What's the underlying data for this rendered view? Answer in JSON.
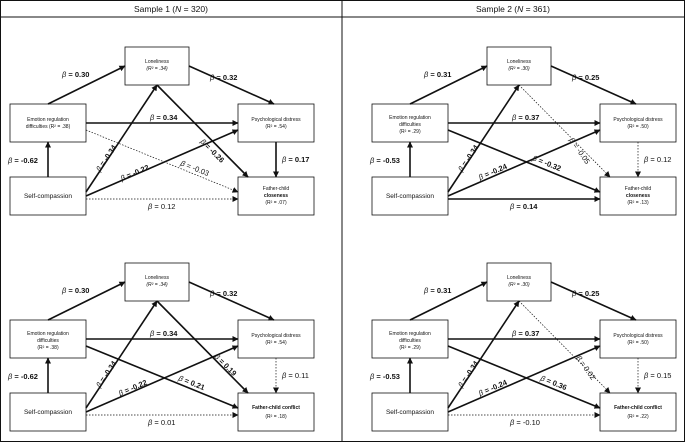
{
  "headers": {
    "s1_prefix": "Sample 1 (",
    "s1_n": "N",
    "s1_suffix": " = 320)",
    "s2_prefix": "Sample 2 (",
    "s2_n": "N",
    "s2_suffix": " = 361)"
  },
  "beta": "β",
  "panels": [
    {
      "box": {
        "lon_title": "Loneliness",
        "lon_r2": "(R² = .34)",
        "erd_l1": "Emotion regulation",
        "erd_l2": "difficulties (R² = .38)",
        "erd_l3": "",
        "pd_title": "Psychological distress",
        "pd_r2": "(R² = .54)",
        "sc": "Self-compassion",
        "out_l1": "Father-child",
        "out_l2": "closeness",
        "out_r2": "(R² = .07)"
      },
      "lab": {
        "erd_lon": " = 0.30",
        "lon_pd": " = 0.32",
        "erd_pd": " = 0.34",
        "sc_erd": " = -0.62",
        "sc_lon": " = -0.34",
        "sc_pd": " = -0.22",
        "lon_out": " = -0.26",
        "erd_out": " = -0.03",
        "pd_out": " = 0.17",
        "sc_out": " = 0.12"
      }
    },
    {
      "box": {
        "lon_title": "Loneliness",
        "lon_r2": "(R² = .30)",
        "erd_l1": "Emotion regulation",
        "erd_l2": "difficulties",
        "erd_l3": "(R² = .29)",
        "pd_title": "Psychological distress",
        "pd_r2": "(R² = .50)",
        "sc": "Self-compassion",
        "out_l1": "Father-child",
        "out_l2": "closeness",
        "out_r2": "(R² = .13)"
      },
      "lab": {
        "erd_lon": " = 0.31",
        "lon_pd": " = 0.25",
        "erd_pd": " = 0.37",
        "sc_erd": " = -0.53",
        "sc_lon": " = -0.34",
        "sc_pd": " = -0.24",
        "lon_out": " = -0.05",
        "erd_out": " = -0.32",
        "pd_out": " = 0.12",
        "sc_out": " = 0.14"
      }
    },
    {
      "box": {
        "lon_title": "Loneliness",
        "lon_r2": "(R² = .34)",
        "erd_l1": "Emotion regulation",
        "erd_l2": "difficulties",
        "erd_l3": "(R² = .38)",
        "pd_title": "Psychological distress",
        "pd_r2": "(R² = .54)",
        "sc": "Self-compassion",
        "out_l1": "Father-child conflict",
        "out_l2": "",
        "out_r2": "(R² = .18)"
      },
      "lab": {
        "erd_lon": " = 0.30",
        "lon_pd": " = 0.32",
        "erd_pd": " = 0.34",
        "sc_erd": " = -0.62",
        "sc_lon": " = -0.34",
        "sc_pd": " = -0.22",
        "lon_out": " = 0.19",
        "erd_out": " = 0.21",
        "pd_out": " = 0.11",
        "sc_out": " = 0.01"
      }
    },
    {
      "box": {
        "lon_title": "Loneliness",
        "lon_r2": "(R² = .30)",
        "erd_l1": "Emotion regulation",
        "erd_l2": "difficulties",
        "erd_l3": "(R² = .29)",
        "pd_title": "Psychological distress",
        "pd_r2": "(R² = .50)",
        "sc": "Self-compassion",
        "out_l1": "Father-child conflict",
        "out_l2": "",
        "out_r2": "(R² = .22)"
      },
      "lab": {
        "erd_lon": " = 0.31",
        "lon_pd": " = 0.25",
        "erd_pd": " = 0.37",
        "sc_erd": " = -0.53",
        "sc_lon": " = -0.34",
        "sc_pd": " = -0.24",
        "lon_out": " = 0.02",
        "erd_out": " = 0.36",
        "pd_out": " = 0.15",
        "sc_out": " = -0.10"
      }
    }
  ]
}
